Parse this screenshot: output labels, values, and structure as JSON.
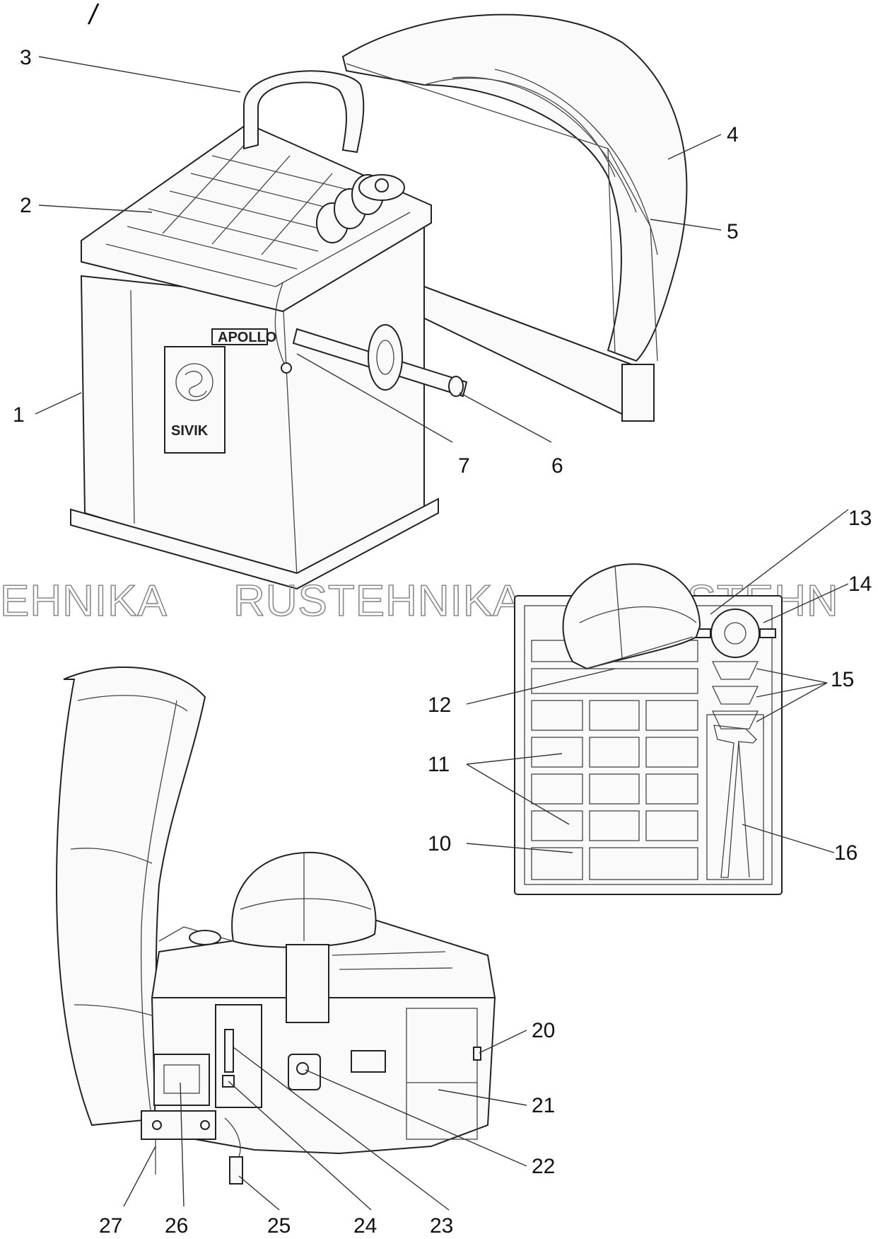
{
  "header_mark": "/",
  "watermarks": [
    "EHNIKA",
    "RUSTEHNIKA",
    "RUSTEHN"
  ],
  "brand_model": "APOLLO",
  "brand_logo": "SIVIK",
  "callouts": [
    {
      "id": "c1",
      "label": "1"
    },
    {
      "id": "c2",
      "label": "2"
    },
    {
      "id": "c3",
      "label": "3"
    },
    {
      "id": "c4",
      "label": "4"
    },
    {
      "id": "c5",
      "label": "5"
    },
    {
      "id": "c6",
      "label": "6"
    },
    {
      "id": "c7",
      "label": "7"
    },
    {
      "id": "c10",
      "label": "10"
    },
    {
      "id": "c11",
      "label": "11"
    },
    {
      "id": "c12",
      "label": "12"
    },
    {
      "id": "c13",
      "label": "13"
    },
    {
      "id": "c14",
      "label": "14"
    },
    {
      "id": "c15",
      "label": "15"
    },
    {
      "id": "c16",
      "label": "16"
    },
    {
      "id": "c20",
      "label": "20"
    },
    {
      "id": "c21",
      "label": "21"
    },
    {
      "id": "c22",
      "label": "22"
    },
    {
      "id": "c23",
      "label": "23"
    },
    {
      "id": "c24",
      "label": "24"
    },
    {
      "id": "c25",
      "label": "25"
    },
    {
      "id": "c26",
      "label": "26"
    },
    {
      "id": "c27",
      "label": "27"
    }
  ]
}
